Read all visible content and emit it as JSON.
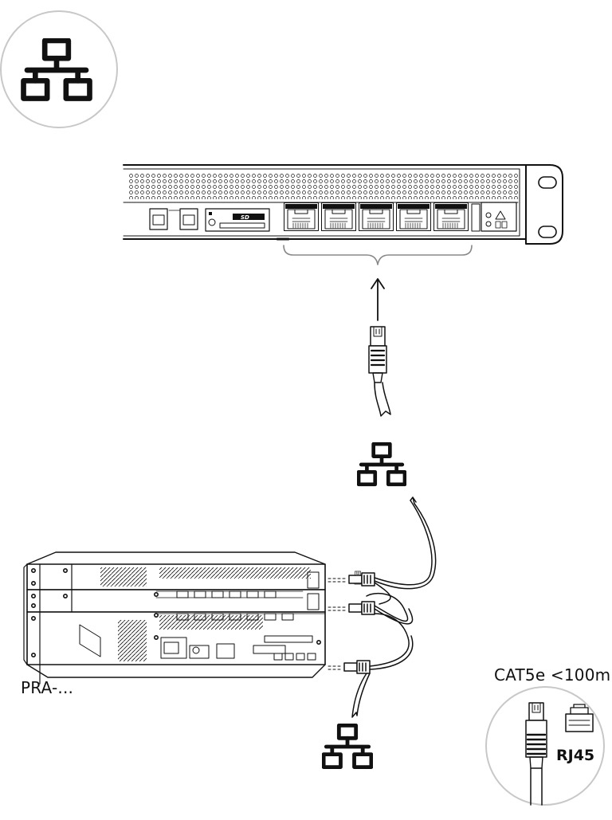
{
  "labels": {
    "cable_spec": "CAT5e <100m",
    "device": "PRA-...",
    "connector": "RJ45"
  },
  "icons": {
    "corner_badge": "ethernet-network-icon",
    "cable_midpoint": "ethernet-network-icon",
    "cable_end": "ethernet-network-icon",
    "connector_detail": "rj45-plug-and-jack-icon"
  },
  "colors": {
    "line": "#111111",
    "circle": "#c8c8c8",
    "background": "#ffffff"
  }
}
